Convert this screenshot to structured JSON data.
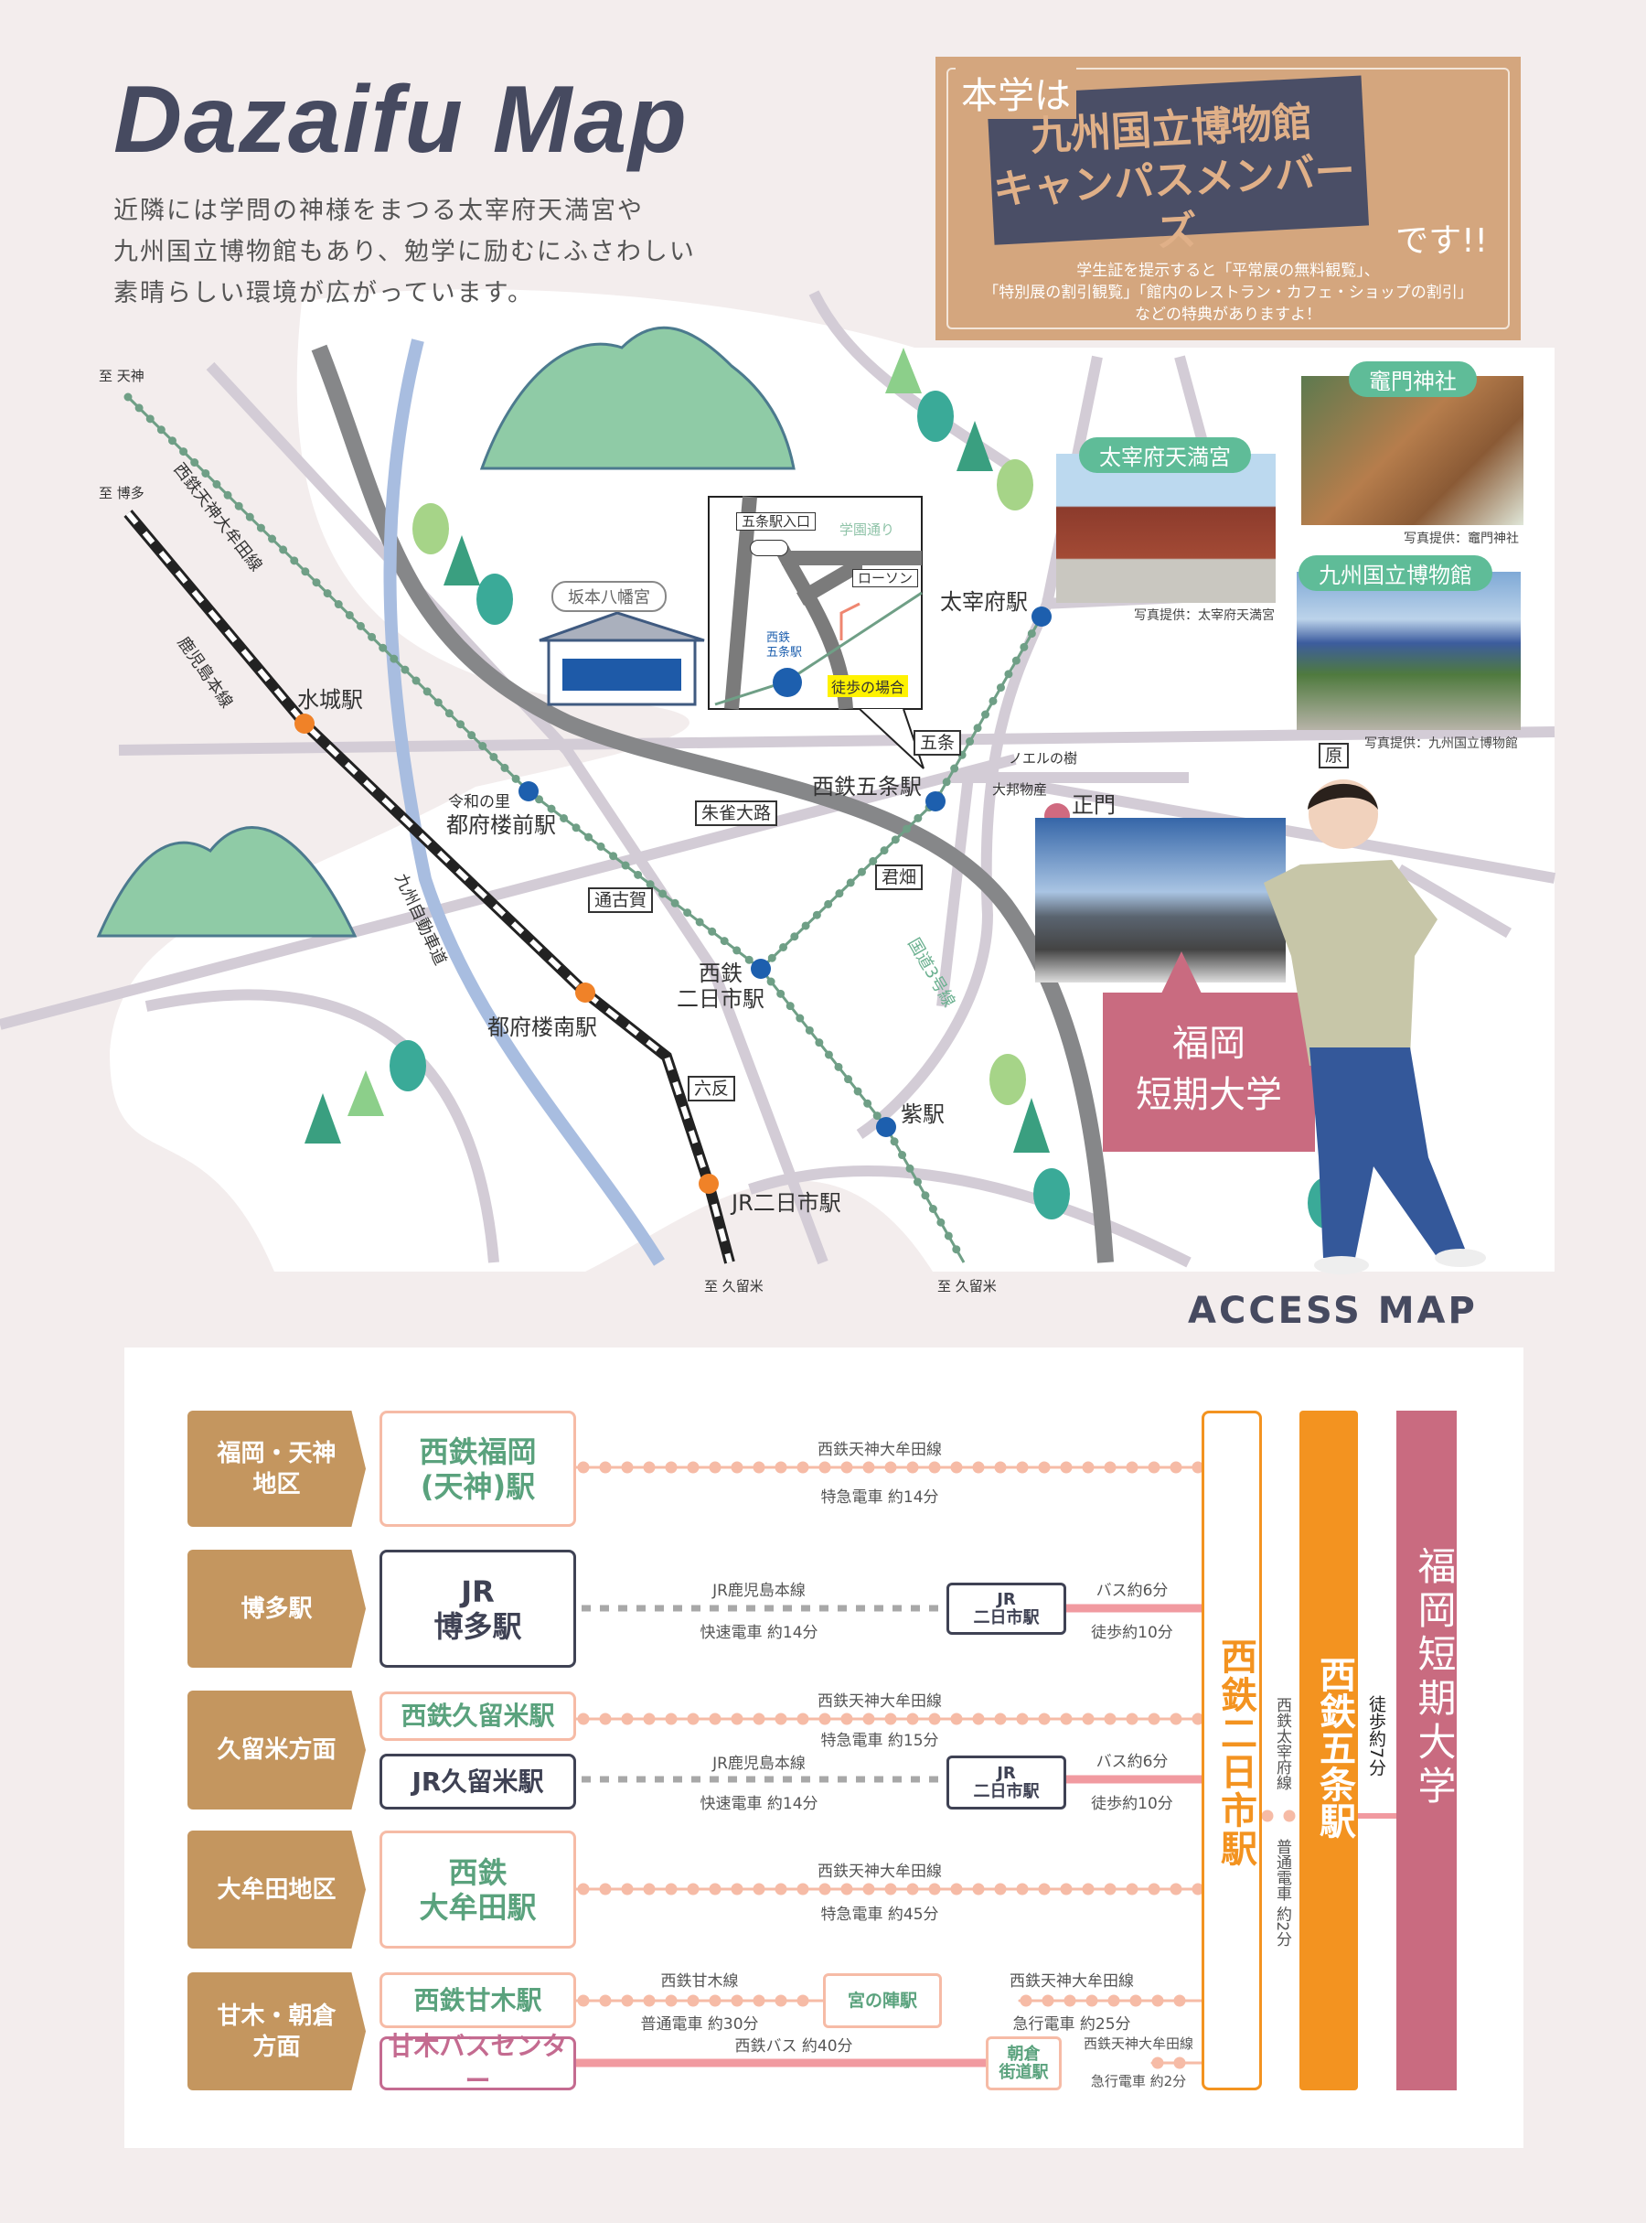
{
  "header": {
    "title": "Dazaifu Map",
    "intro": [
      "近隣には学問の神様をまつる太宰府天満宮や",
      "九州国立博物館もあり、勉学に励むにふさわしい",
      "素晴らしい環境が広がっています。"
    ]
  },
  "promo": {
    "lead": "本学は",
    "banner": [
      "九州国立博物館",
      "キャンパスメンバーズ"
    ],
    "suffix": "です!!",
    "details": [
      "学生証を提示すると「平常展の無料観覧」、",
      "「特別展の割引観覧」「館内のレストラン・カフェ・ショップの割引」",
      "などの特典がありますよ！"
    ]
  },
  "map": {
    "directions": {
      "tenjin": "至 天神",
      "hakata": "至 博多",
      "kurume1": "至 久留米",
      "kurume2": "至 久留米"
    },
    "lines": {
      "nishitetsu": "西鉄天神大牟田線",
      "jr": "鹿児島本線",
      "expressway": "九州自動車道",
      "route3": "国道3号線"
    },
    "stations": {
      "mizuki": "水城駅",
      "tofuromae_sub": "令和の里",
      "tofuromae": "都府楼前駅",
      "tofuronami": "都府楼南駅",
      "nishi_futsukaichi": "西鉄\n二日市駅",
      "jr_futsukaichi": "JR二日市駅",
      "murasaki": "紫駅",
      "gojo": "西鉄五条駅",
      "dazaifu": "太宰府駅"
    },
    "intersections": {
      "gojo": "五条",
      "suzaku": "朱雀大路",
      "tokoga": "通古賀",
      "kimibata": "君畑",
      "rokutan": "六反",
      "hara": "原"
    },
    "landmarks": {
      "sakamoto": "坂本八幡宮",
      "noel": "ノエルの樹",
      "taiho": "大邦物産",
      "seimon": "正門",
      "campus": "福岡\n短期大学"
    },
    "inset": {
      "entrance": "五条駅入口",
      "street": "学園通り",
      "lawson": "ローソン",
      "station": "西鉄\n五条駅",
      "walk": "徒歩の場合"
    },
    "photos": [
      {
        "tag": "太宰府天満宮",
        "credit": "写真提供：太宰府天満宮"
      },
      {
        "tag": "竈門神社",
        "credit": "写真提供：竈門神社"
      },
      {
        "tag": "九州国立博物館",
        "credit": "写真提供：九州国立博物館"
      }
    ]
  },
  "access": {
    "heading": "ACCESS MAP",
    "rows": [
      {
        "area": "福岡・天神\n地区",
        "station": "西鉄福岡\n(天神)駅",
        "line": "西鉄天神大牟田線",
        "time": "特急電車 約14分"
      },
      {
        "area": "博多駅",
        "station": "JR\n博多駅",
        "line": "JR鹿児島本線",
        "time": "快速電車 約14分",
        "transfer": "JR\n二日市駅",
        "bus": "バス約6分",
        "walk": "徒歩約10分"
      },
      {
        "area": "久留米方面",
        "station": "西鉄久留米駅",
        "line": "西鉄天神大牟田線",
        "time": "特急電車 約15分",
        "station2": "JR久留米駅",
        "line2": "JR鹿児島本線",
        "time2": "快速電車 約14分",
        "transfer": "JR\n二日市駅",
        "bus": "バス約6分",
        "walk": "徒歩約10分"
      },
      {
        "area": "大牟田地区",
        "station": "西鉄\n大牟田駅",
        "line": "西鉄天神大牟田線",
        "time": "特急電車 約45分"
      },
      {
        "area": "甘木・朝倉\n方面",
        "station": "西鉄甘木駅",
        "line": "西鉄甘木線",
        "time": "普通電車 約30分",
        "transfer": "宮の陣駅",
        "line_b": "西鉄天神大牟田線",
        "time_b": "急行電車 約25分",
        "station2": "甘木バスセンター",
        "line2": "西鉄バス 約40分",
        "transfer2": "朝倉\n街道駅",
        "line2_b": "西鉄天神大牟田線",
        "time2_b": "急行電車 約2分"
      }
    ],
    "hub": "西鉄二日市駅",
    "link_line": "西鉄太宰府線",
    "link_time": "普通電車 約2分",
    "gojo": "西鉄五条駅",
    "walk": "徒歩約7分",
    "dest": "福岡短期大学"
  },
  "colors": {
    "brown": "#c4965f",
    "green": "#5aa27d",
    "salmon": "#f6bba6",
    "orange": "#f39320",
    "pink": "#c96b80",
    "navy": "#464a60"
  }
}
